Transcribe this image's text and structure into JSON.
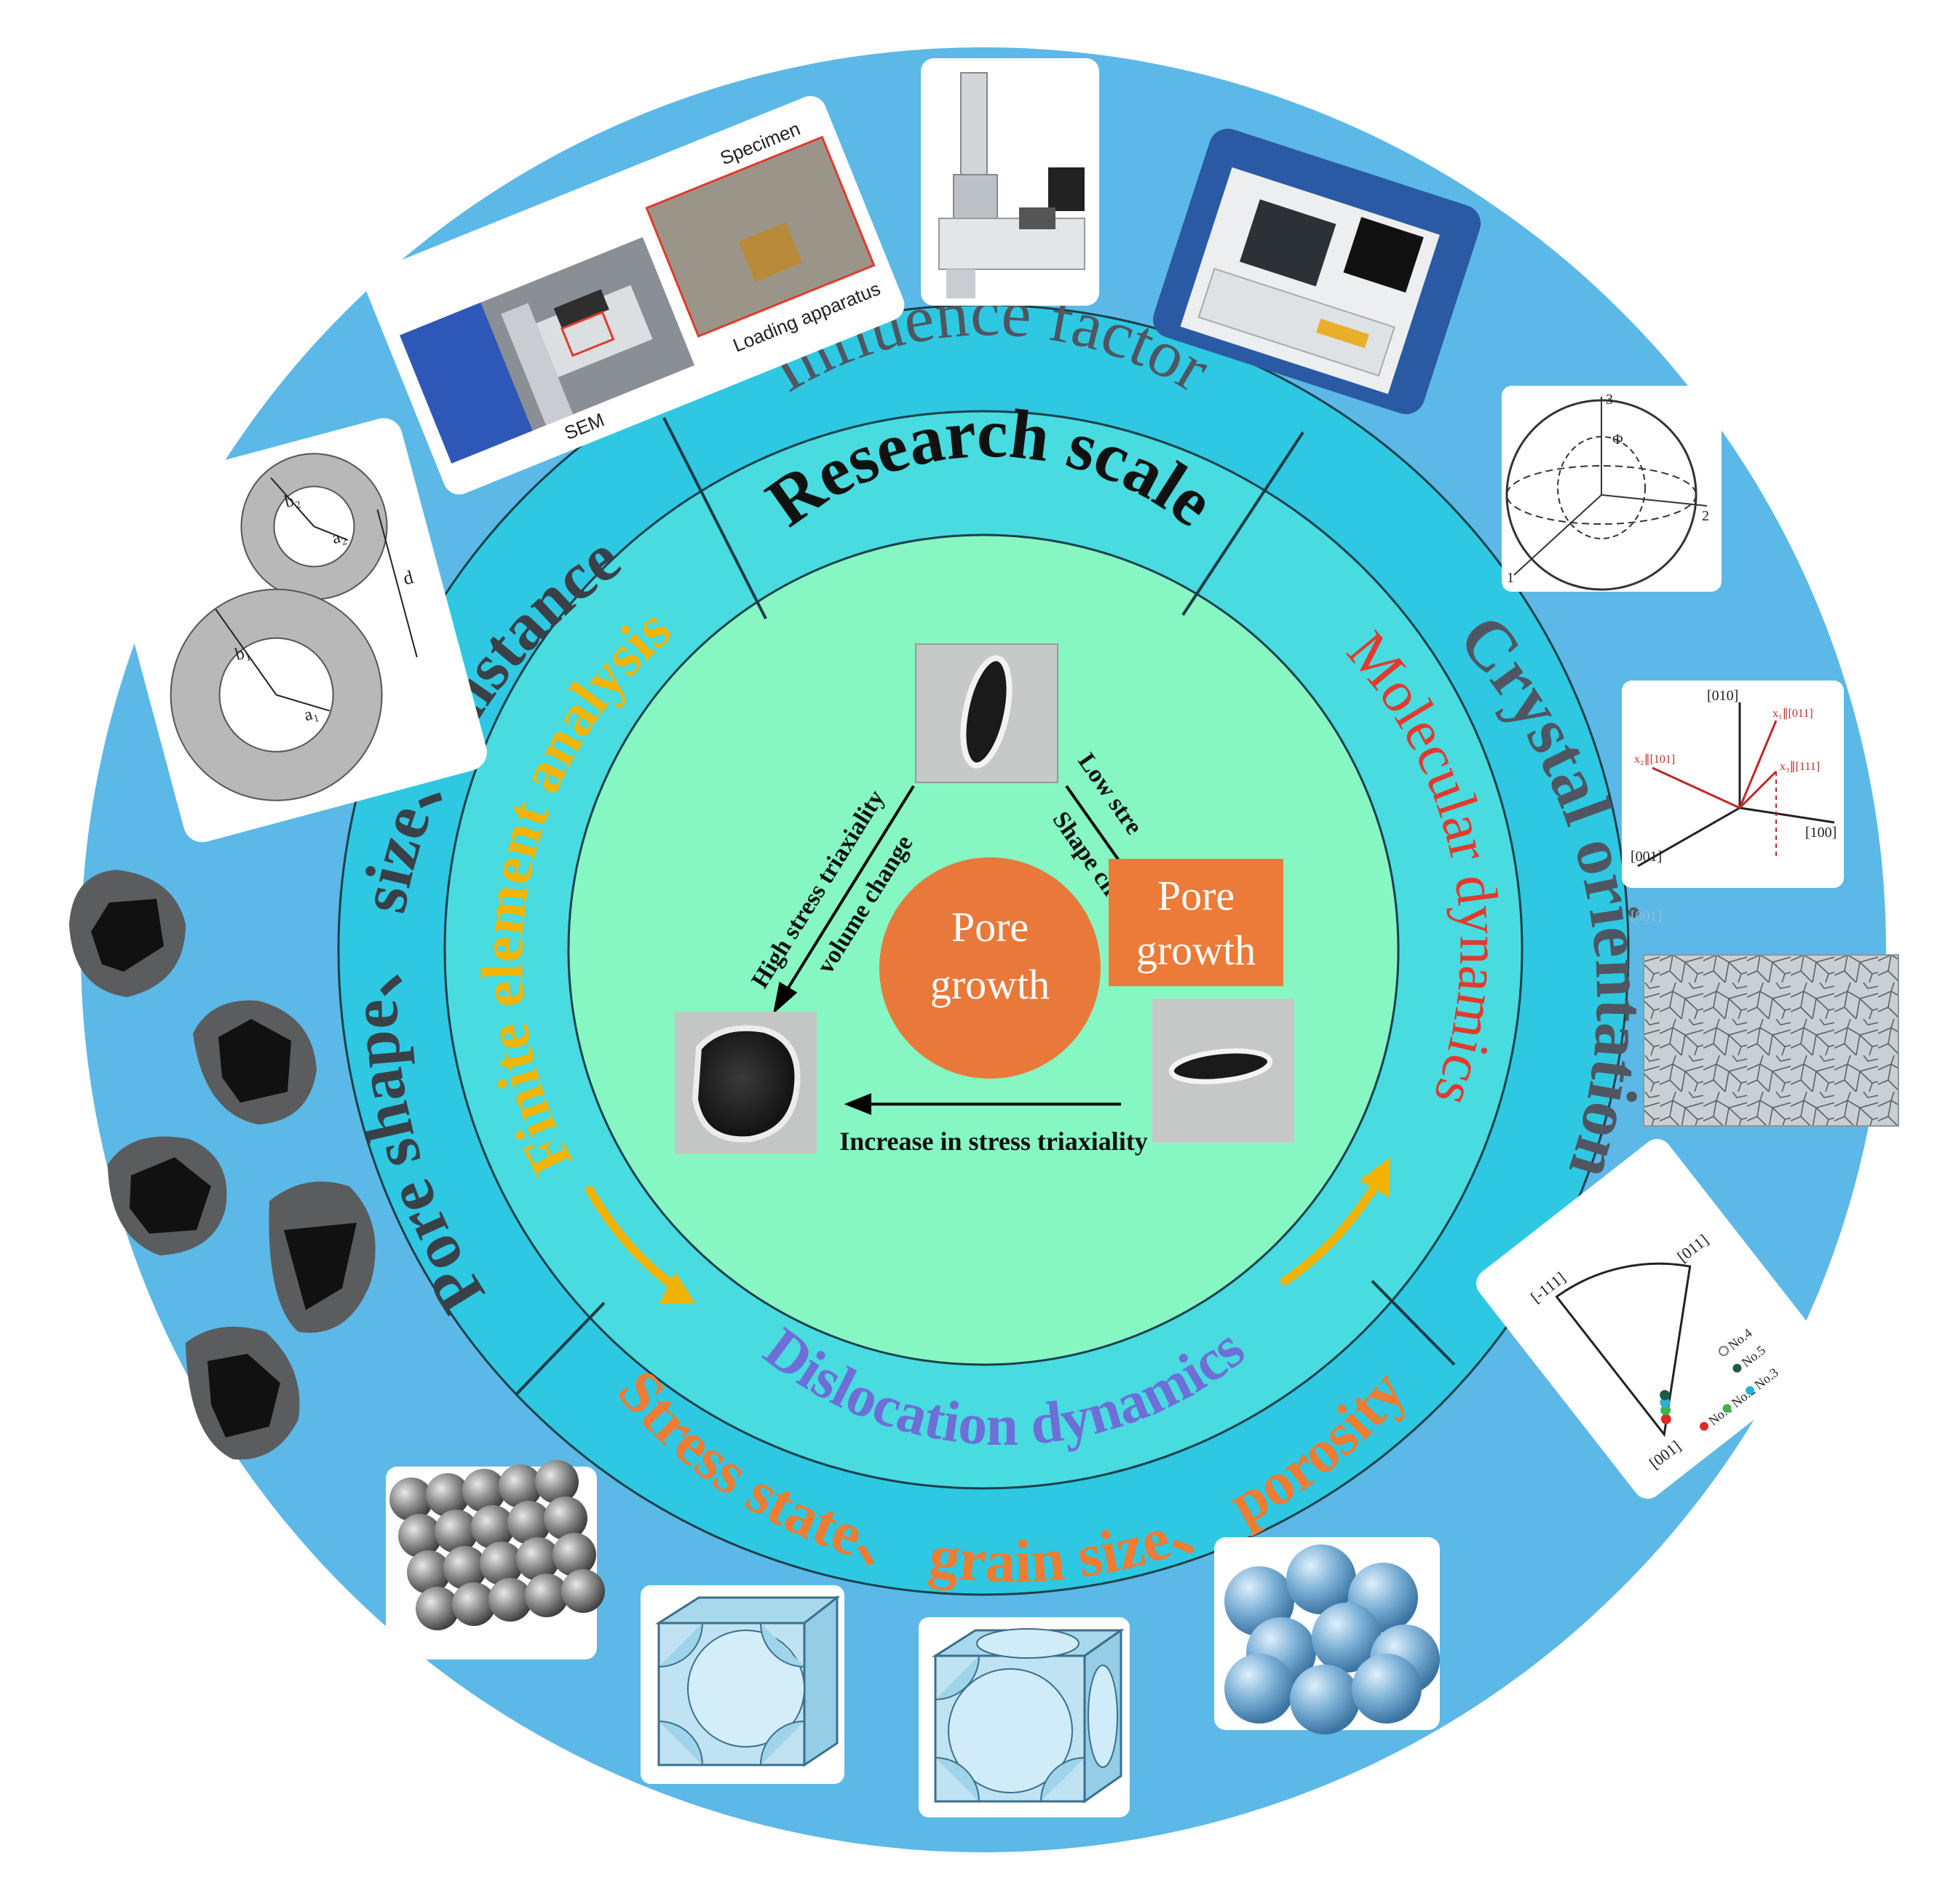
{
  "center": {
    "label_line1": "Pore",
    "label_line2": "growth"
  },
  "callout": {
    "line1": "Pore",
    "line2": "growth"
  },
  "arrows": {
    "left_line1": "High stress triaxiality",
    "left_line2": "volume change",
    "right_line1": "Low stre",
    "right_line2": "Shape ch",
    "bottom": "Increase in stress triaxiality"
  },
  "rings": {
    "research_scale": {
      "title": "Research scale",
      "fea": "Finite element analysis",
      "md": "Molecular dynamics",
      "dd": "Dislocation dynamics"
    },
    "influence_factor": {
      "title": "Influence factor",
      "left": "Pore shape、 size、 distance",
      "right": "Crystal orientation",
      "bottom": "Stress state、 grain size、 porosity"
    }
  },
  "photos": {
    "sem_rig": {
      "specimen": "Specimen",
      "loading": "Loading apparatus",
      "sem": "SEM"
    },
    "coaxial": {
      "b2": "b₂",
      "a2": "a₂",
      "b1": "b₁",
      "a1": "a₁",
      "d": "d"
    },
    "sphere_axes": {
      "ax3": "3",
      "ax2": "2",
      "ax1": "1",
      "phi": "Φ"
    },
    "crystal_axes": {
      "y": "[010]",
      "x": "[100]",
      "z": "[001]",
      "a": "x₁∥[011]",
      "b": "x₂∥[101]",
      "c": "x₃∥[111]",
      "under": "[001]"
    },
    "ipf": {
      "t111": "[-111]",
      "t011": "[011]",
      "t001": "[001]",
      "no1": "No.1",
      "no2": "No.2",
      "no3": "No.3",
      "no4": "No.4",
      "no5": "No.5"
    }
  },
  "colors": {
    "outer_ring": "#5cb8e6",
    "influence_ring": "#2ec8e2",
    "research_ring": "#48dbe0",
    "center_disc": "#86f7c3",
    "pore_circle": "#e8793a",
    "callout_box": "#ec7a39",
    "fea_text": "#f1b400",
    "md_text": "#e23a2c",
    "dd_text": "#6e6fd6",
    "bottom_text": "#ee7c32",
    "grey_text": "#505661"
  }
}
